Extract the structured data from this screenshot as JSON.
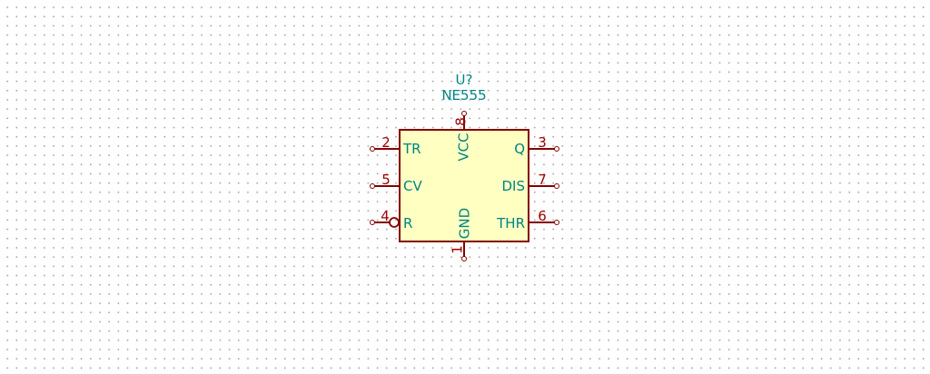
{
  "component": {
    "reference": "U?",
    "value": "NE555",
    "colors": {
      "body_fill": "#ffffc2",
      "outline": "#840000",
      "pin_line": "#840000",
      "pin_number": "#a00000",
      "pin_name": "#008484",
      "field_text": "#008484"
    },
    "pins": {
      "vcc": {
        "number": "8",
        "name": "VCC"
      },
      "gnd": {
        "number": "1",
        "name": "GND"
      },
      "tr": {
        "number": "2",
        "name": "TR"
      },
      "cv": {
        "number": "5",
        "name": "CV"
      },
      "r": {
        "number": "4",
        "name": "R",
        "inverted": true
      },
      "q": {
        "number": "3",
        "name": "Q"
      },
      "dis": {
        "number": "7",
        "name": "DIS"
      },
      "thr": {
        "number": "6",
        "name": "THR"
      }
    }
  }
}
